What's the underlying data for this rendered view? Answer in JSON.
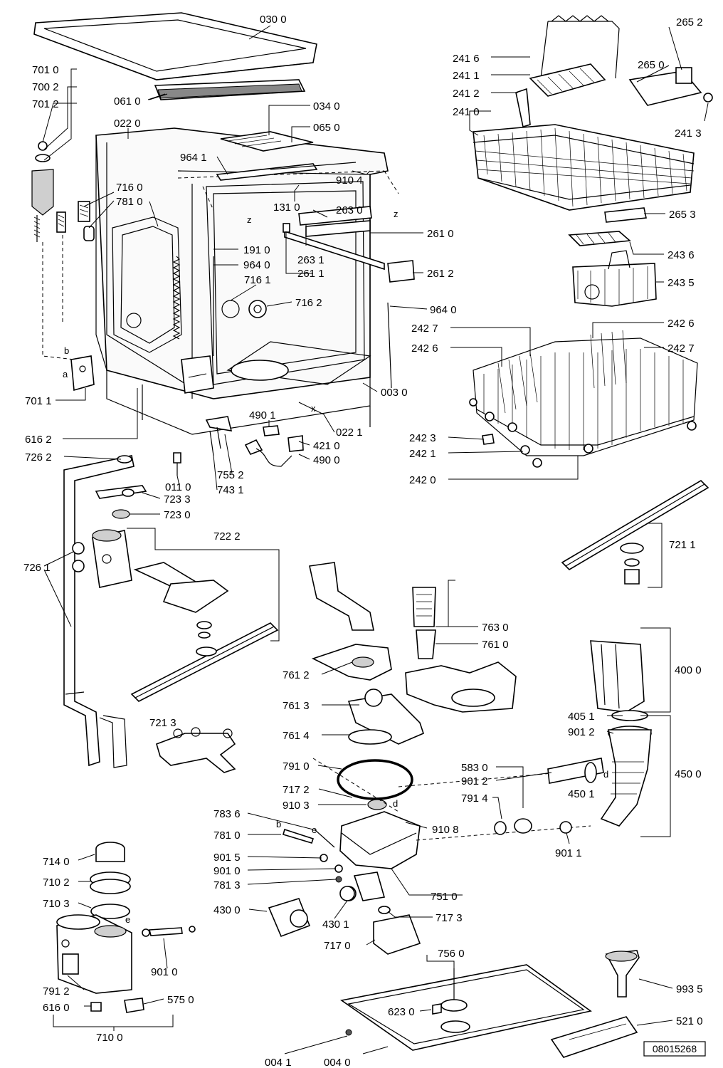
{
  "diagram": {
    "document_id": "08015268",
    "labels": [
      {
        "id": "l0300",
        "text": "030 0"
      },
      {
        "id": "l7010a",
        "text": "701 0"
      },
      {
        "id": "l7002",
        "text": "700 2"
      },
      {
        "id": "l7012",
        "text": "701 2"
      },
      {
        "id": "l0610",
        "text": "061 0"
      },
      {
        "id": "l0340",
        "text": "034 0"
      },
      {
        "id": "l0220",
        "text": "022 0"
      },
      {
        "id": "l0650",
        "text": "065 0"
      },
      {
        "id": "l9641",
        "text": "964 1"
      },
      {
        "id": "l9104",
        "text": "910 4"
      },
      {
        "id": "l7160",
        "text": "716 0"
      },
      {
        "id": "l7810a",
        "text": "781 0"
      },
      {
        "id": "l1310",
        "text": "131 0"
      },
      {
        "id": "l2630",
        "text": "263 0"
      },
      {
        "id": "l2610",
        "text": "261 0"
      },
      {
        "id": "l1910",
        "text": "191 0"
      },
      {
        "id": "l9640a",
        "text": "964 0"
      },
      {
        "id": "l2631",
        "text": "263 1"
      },
      {
        "id": "l2611",
        "text": "261 1"
      },
      {
        "id": "l2612",
        "text": "261 2"
      },
      {
        "id": "l7161",
        "text": "716 1"
      },
      {
        "id": "l7162",
        "text": "716 2"
      },
      {
        "id": "l9640b",
        "text": "964 0"
      },
      {
        "id": "l0030",
        "text": "003 0"
      },
      {
        "id": "l7011",
        "text": "701 1"
      },
      {
        "id": "l4901",
        "text": "490 1"
      },
      {
        "id": "l0221",
        "text": "022 1"
      },
      {
        "id": "l4210",
        "text": "421 0"
      },
      {
        "id": "l4900",
        "text": "490 0"
      },
      {
        "id": "l6162",
        "text": "616 2"
      },
      {
        "id": "l7262",
        "text": "726 2"
      },
      {
        "id": "l0110",
        "text": "011 0"
      },
      {
        "id": "l7552",
        "text": "755 2"
      },
      {
        "id": "l7431",
        "text": "743 1"
      },
      {
        "id": "l7233",
        "text": "723 3"
      },
      {
        "id": "l7230",
        "text": "723 0"
      },
      {
        "id": "l7222",
        "text": "722 2"
      },
      {
        "id": "l7261",
        "text": "726 1"
      },
      {
        "id": "l2652",
        "text": "265 2"
      },
      {
        "id": "l2416",
        "text": "241 6"
      },
      {
        "id": "l2650",
        "text": "265 0"
      },
      {
        "id": "l2411",
        "text": "241 1"
      },
      {
        "id": "l2412",
        "text": "241 2"
      },
      {
        "id": "l2410",
        "text": "241 0"
      },
      {
        "id": "l2413",
        "text": "241 3"
      },
      {
        "id": "l2653",
        "text": "265 3"
      },
      {
        "id": "l2436",
        "text": "243 6"
      },
      {
        "id": "l2435",
        "text": "243 5"
      },
      {
        "id": "l2427a",
        "text": "242 7"
      },
      {
        "id": "l2426a",
        "text": "242 6"
      },
      {
        "id": "l2426b",
        "text": "242 6"
      },
      {
        "id": "l2427b",
        "text": "242 7"
      },
      {
        "id": "l2423",
        "text": "242 3"
      },
      {
        "id": "l2421",
        "text": "242 1"
      },
      {
        "id": "l2420",
        "text": "242 0"
      },
      {
        "id": "l7211",
        "text": "721 1"
      },
      {
        "id": "l7630",
        "text": "763 0"
      },
      {
        "id": "l7610",
        "text": "761 0"
      },
      {
        "id": "l7612",
        "text": "761 2"
      },
      {
        "id": "l4000",
        "text": "400 0"
      },
      {
        "id": "l7613",
        "text": "761 3"
      },
      {
        "id": "l7213",
        "text": "721 3"
      },
      {
        "id": "l7614",
        "text": "761 4"
      },
      {
        "id": "l4051",
        "text": "405 1"
      },
      {
        "id": "l9012a",
        "text": "901 2"
      },
      {
        "id": "l7910",
        "text": "791 0"
      },
      {
        "id": "l5830",
        "text": "583 0"
      },
      {
        "id": "l9012b",
        "text": "901 2"
      },
      {
        "id": "l4500",
        "text": "450 0"
      },
      {
        "id": "l7172",
        "text": "717 2"
      },
      {
        "id": "l4501",
        "text": "450 1"
      },
      {
        "id": "l9103",
        "text": "910 3"
      },
      {
        "id": "l7914",
        "text": "791 4"
      },
      {
        "id": "l7836",
        "text": "783 6"
      },
      {
        "id": "l9108",
        "text": "910 8"
      },
      {
        "id": "l7810b",
        "text": "781 0"
      },
      {
        "id": "l9011",
        "text": "901 1"
      },
      {
        "id": "l7140",
        "text": "714 0"
      },
      {
        "id": "l9015",
        "text": "901 5"
      },
      {
        "id": "l9010a",
        "text": "901 0"
      },
      {
        "id": "l7102",
        "text": "710 2"
      },
      {
        "id": "l7813",
        "text": "781 3"
      },
      {
        "id": "l7510",
        "text": "751 0"
      },
      {
        "id": "l7103",
        "text": "710 3"
      },
      {
        "id": "l4300",
        "text": "430 0"
      },
      {
        "id": "l7173",
        "text": "717 3"
      },
      {
        "id": "l4301",
        "text": "430 1"
      },
      {
        "id": "l7170",
        "text": "717 0"
      },
      {
        "id": "l7560",
        "text": "756 0"
      },
      {
        "id": "l9010b",
        "text": "901 0"
      },
      {
        "id": "l9935",
        "text": "993 5"
      },
      {
        "id": "l7912",
        "text": "791 2"
      },
      {
        "id": "l6160",
        "text": "616 0"
      },
      {
        "id": "l5750",
        "text": "575 0"
      },
      {
        "id": "l6230",
        "text": "623 0"
      },
      {
        "id": "l5210",
        "text": "521 0"
      },
      {
        "id": "l7100",
        "text": "710 0"
      },
      {
        "id": "l0041",
        "text": "004 1"
      },
      {
        "id": "l0040",
        "text": "004 0"
      }
    ],
    "ref_letters": [
      {
        "id": "ra",
        "text": "a"
      },
      {
        "id": "rb",
        "text": "b"
      },
      {
        "id": "rz1",
        "text": "z"
      },
      {
        "id": "rz2",
        "text": "z"
      },
      {
        "id": "rx",
        "text": "x"
      },
      {
        "id": "rd1",
        "text": "d"
      },
      {
        "id": "rd2",
        "text": "d"
      },
      {
        "id": "rb2",
        "text": "b"
      },
      {
        "id": "re1",
        "text": "e"
      },
      {
        "id": "re2",
        "text": "e"
      }
    ]
  }
}
